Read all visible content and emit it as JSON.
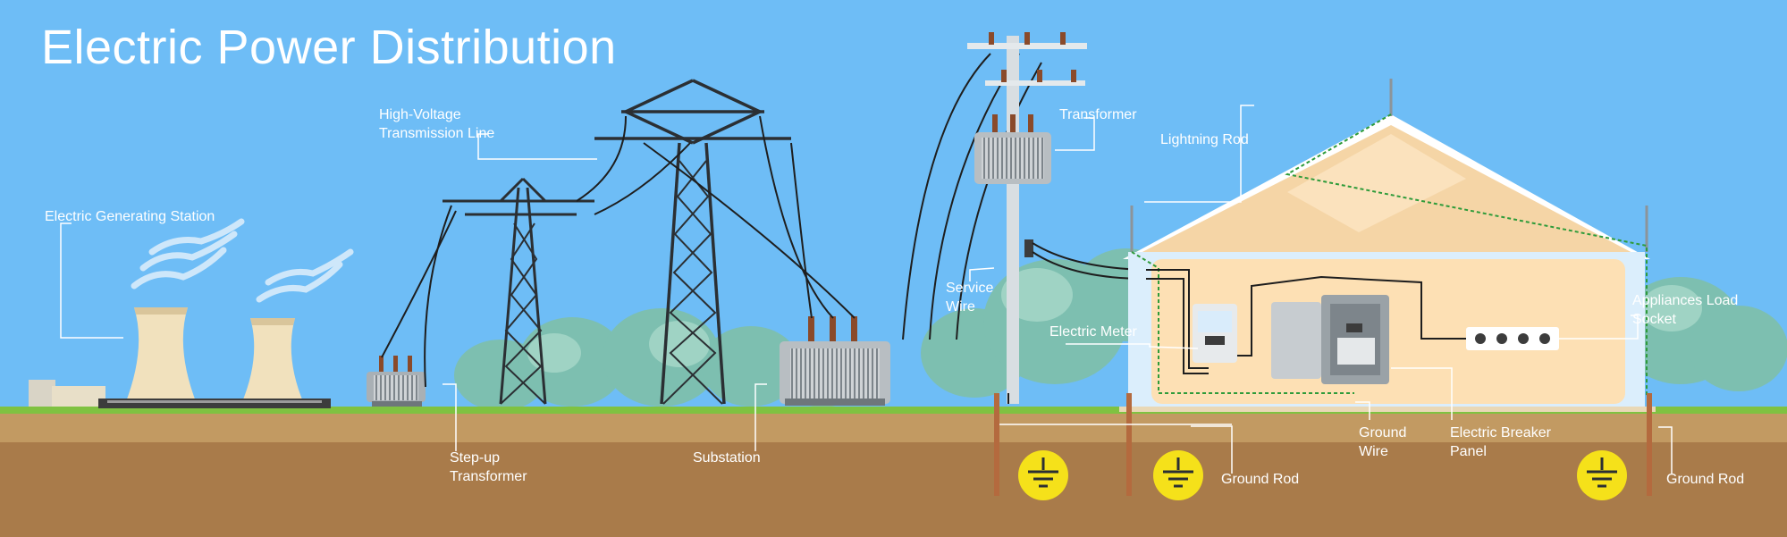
{
  "title": "Electric Power Distribution",
  "labels": {
    "generating_station": "Electric Generating Station",
    "hv_line": [
      "High-Voltage",
      "Transmission Line"
    ],
    "stepup": [
      "Step-up",
      "Transformer"
    ],
    "substation": "Substation",
    "transformer": "Transformer",
    "service_wire": [
      "Service",
      "Wire"
    ],
    "electric_meter": "Electric Meter",
    "lightning_rod": "Lightning Rod",
    "appliances": [
      "Appliances Load",
      "Socket"
    ],
    "ground_wire": [
      "Ground",
      "Wire"
    ],
    "breaker_panel": [
      "Electric Breaker",
      "Panel"
    ],
    "ground_rod_1": "Ground Rod",
    "ground_rod_2": "Ground Rod"
  },
  "colors": {
    "sky": "#6ebdf6",
    "grass": "#7fc241",
    "topsoil": "#c29a62",
    "subsoil": "#a97b4a",
    "house_wall": "#fde0b4",
    "roof_outline": "#ffffff",
    "ground_symbol": "#f5e11a",
    "wire": "#1e1e1e",
    "ground_wire": "#2e9b3a"
  }
}
